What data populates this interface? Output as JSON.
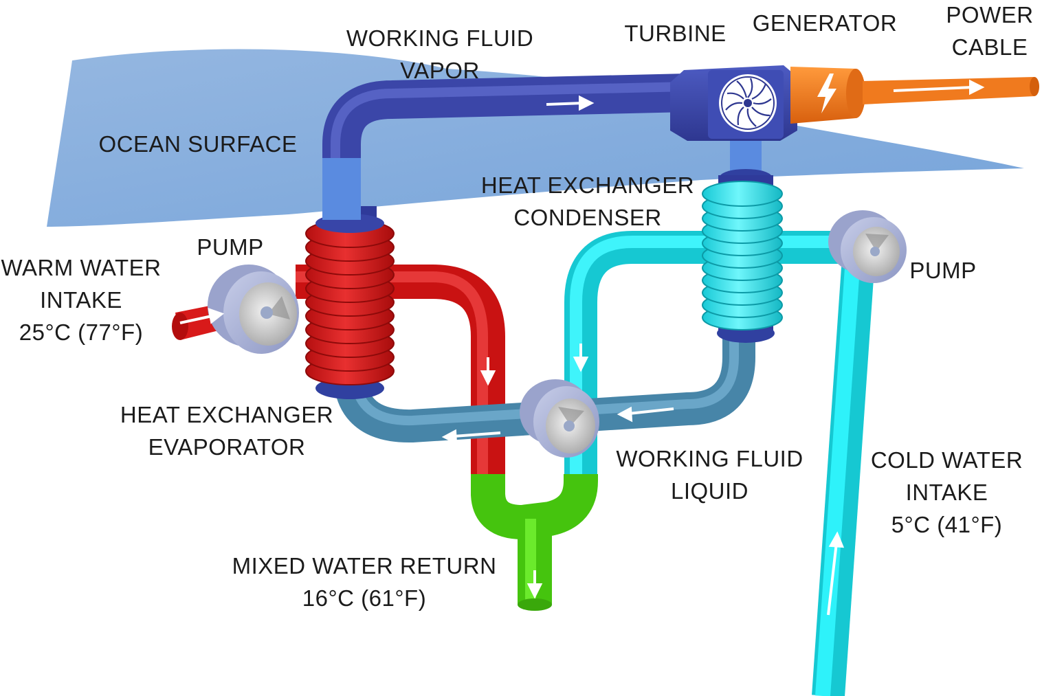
{
  "labels": {
    "working_fluid_vapor": [
      "WORKING FLUID",
      "VAPOR"
    ],
    "turbine": "TURBINE",
    "generator": "GENERATOR",
    "power_cable": [
      "POWER",
      "CABLE"
    ],
    "ocean_surface": "OCEAN SURFACE",
    "heat_exchanger_condenser": [
      "HEAT EXCHANGER",
      "CONDENSER"
    ],
    "pump_left": "PUMP",
    "pump_right": "PUMP",
    "warm_water_intake": [
      "WARM WATER",
      "INTAKE",
      "25°C (77°F)"
    ],
    "heat_exchanger_evaporator": [
      "HEAT EXCHANGER",
      "EVAPORATOR"
    ],
    "working_fluid_liquid": [
      "WORKING FLUID",
      "LIQUID"
    ],
    "cold_water_intake": [
      "COLD WATER",
      "INTAKE",
      "5°C (41°F)"
    ],
    "mixed_water_return": [
      "MIXED WATER RETURN",
      "16°C (61°F)"
    ]
  },
  "colors": {
    "ocean": "#8eb4e0",
    "vapor_pipe": "#3b46a8",
    "vapor_pipe_light": "#5a8be0",
    "generator": "#f07a1e",
    "warm_water": "#d01818",
    "cold_water": "#22e8f2",
    "liquid_pipe": "#4a86a8",
    "mixed_water": "#4ccf12",
    "pump": "#a9b2d6"
  },
  "icons": [
    "turbine-fan-icon",
    "lightning-bolt-icon",
    "pump-impeller-icon",
    "flow-arrow-icon"
  ]
}
